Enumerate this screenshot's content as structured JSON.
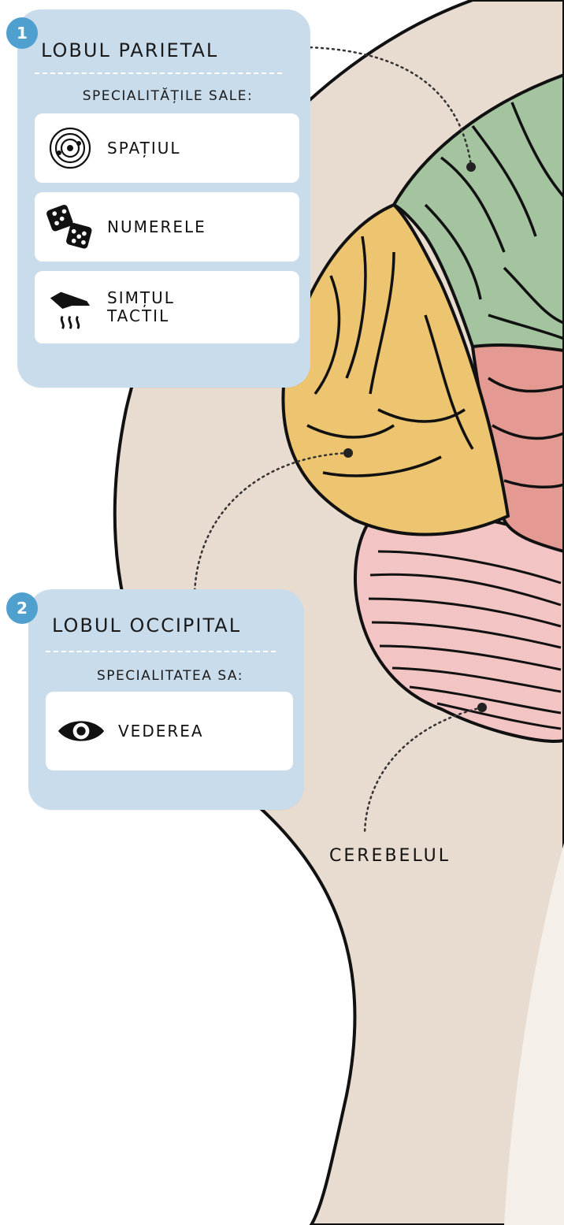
{
  "colors": {
    "background": "#ffffff",
    "head_skin": "#e8dbd0",
    "parietal": "#a3c49f",
    "occipital": "#edc570",
    "temporal": "#e49a92",
    "cerebellum": "#f2c4c3",
    "card": "#c9dcec",
    "badge": "#4f9fcf"
  },
  "cards": [
    {
      "number": "1",
      "title": "LOBUL PARIETAL",
      "subtitle": "SPECIALITĂȚILE SALE:",
      "items": [
        {
          "icon": "orbit-icon",
          "label": "SPAȚIUL"
        },
        {
          "icon": "dice-icon",
          "label": "NUMERELE"
        },
        {
          "icon": "hand-touch-icon",
          "label": "SIMȚUL\nTACTIL"
        }
      ]
    },
    {
      "number": "2",
      "title": "LOBUL OCCIPITAL",
      "subtitle": "SPECIALITATEA SA:",
      "items": [
        {
          "icon": "eye-icon",
          "label": "VEDEREA"
        }
      ]
    }
  ],
  "labels": {
    "cerebellum": "CEREBELUL"
  }
}
